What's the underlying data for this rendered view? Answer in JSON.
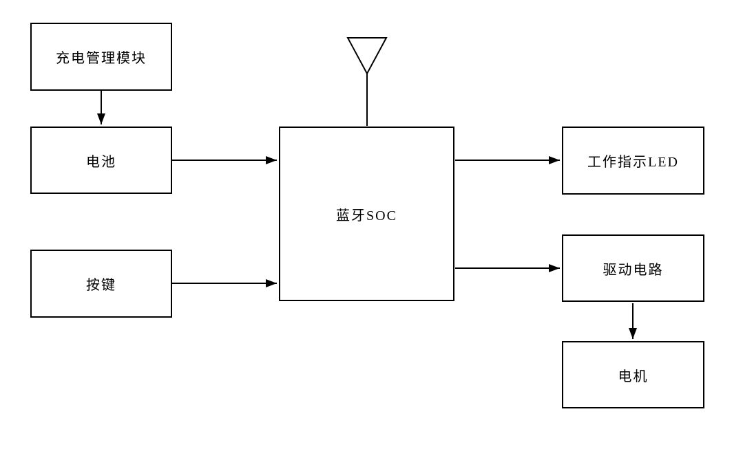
{
  "page": {
    "background_color": "#ffffff",
    "line_color": "#000000",
    "text_color": "#000000"
  },
  "diagram": {
    "nodes": {
      "charging": {
        "label": "充电管理模块"
      },
      "battery": {
        "label": "电池"
      },
      "button": {
        "label": "按键"
      },
      "soc": {
        "label": "蓝牙SOC"
      },
      "led": {
        "label": "工作指示LED"
      },
      "driver": {
        "label": "驱动电路"
      },
      "motor": {
        "label": "电机"
      }
    },
    "edges": [
      {
        "from": "充电管理模块",
        "to": "电池",
        "direction": "down"
      },
      {
        "from": "电池",
        "to": "蓝牙SOC",
        "direction": "right"
      },
      {
        "from": "按键",
        "to": "蓝牙SOC",
        "direction": "right"
      },
      {
        "from": "蓝牙SOC",
        "to": "工作指示LED",
        "direction": "right"
      },
      {
        "from": "蓝牙SOC",
        "to": "驱动电路",
        "direction": "right"
      },
      {
        "from": "驱动电路",
        "to": "电机",
        "direction": "down"
      }
    ],
    "icons": {
      "antenna": "antenna-icon"
    }
  }
}
